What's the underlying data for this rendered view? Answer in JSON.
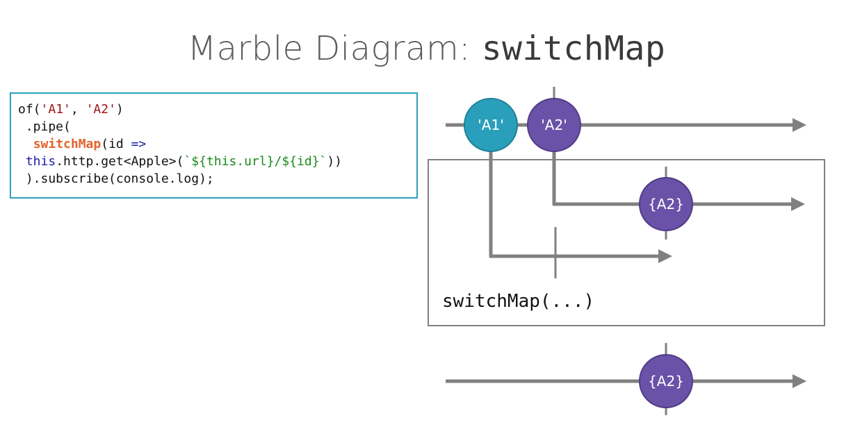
{
  "title": {
    "prefix": "Marble Diagram: ",
    "operator": "switchMap"
  },
  "code": {
    "line1": {
      "a": "of(",
      "b": "'A1'",
      "c": ", ",
      "d": "'A2'",
      "e": ")"
    },
    "line2": " .pipe(",
    "line3": {
      "indent": "  ",
      "fn": "switchMap",
      "mid": "(id ",
      "arrow": "=>"
    },
    "line4": {
      "indent": " ",
      "kw": "this",
      "mid": ".http.get<Apple>(",
      "tpl": "`${this.url}/${id}`",
      "end": "))"
    },
    "line5": " ).subscribe(console.log);"
  },
  "diagram": {
    "input_marbles": [
      "'A1'",
      "'A2'"
    ],
    "inner_marble": "{A2}",
    "operator_label": "switchMap(...)",
    "output_marble": "{A2}",
    "colors": {
      "a1": "#2a9fbb",
      "a2": "#6a52a8",
      "line": "#808080",
      "border": "#808080",
      "box": "#2aa0bb"
    }
  }
}
